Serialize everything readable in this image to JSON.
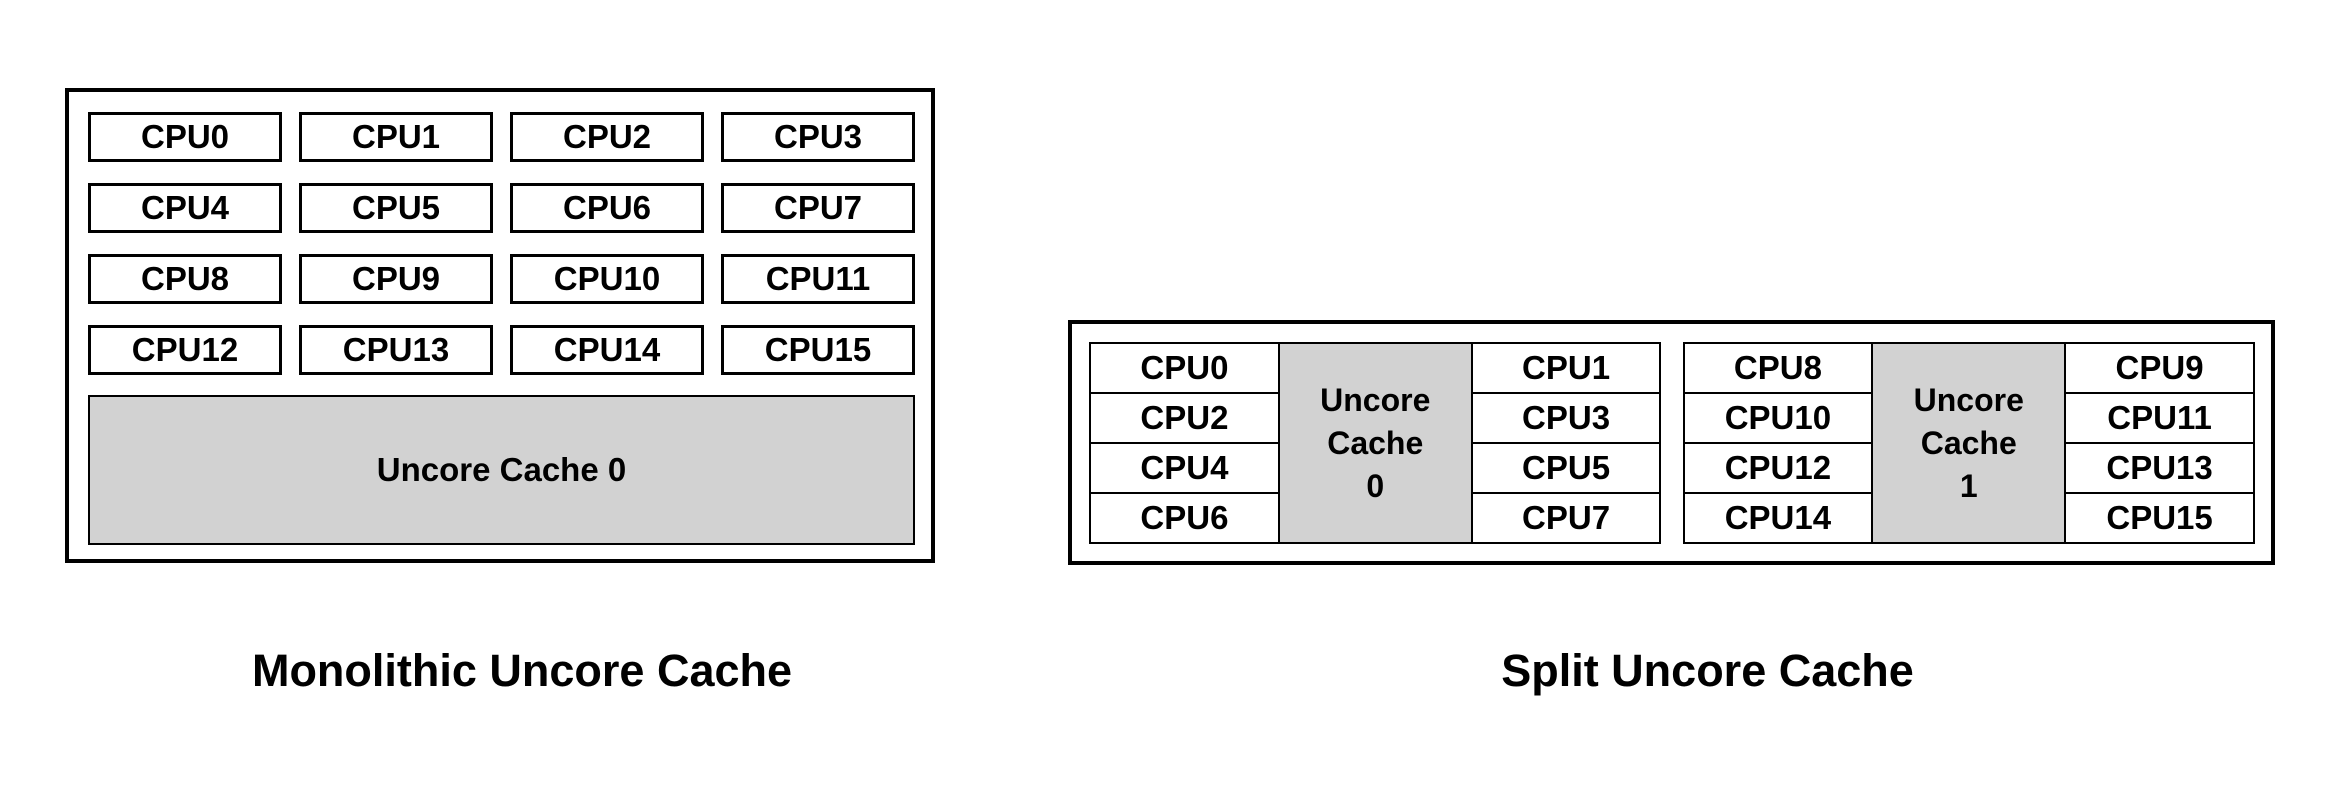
{
  "colors": {
    "background": "#ffffff",
    "border": "#000000",
    "text": "#000000",
    "cache_fill": "#d2d2d2"
  },
  "monolithic": {
    "caption": "Monolithic Uncore Cache",
    "cpus": [
      "CPU0",
      "CPU1",
      "CPU2",
      "CPU3",
      "CPU4",
      "CPU5",
      "CPU6",
      "CPU7",
      "CPU8",
      "CPU9",
      "CPU10",
      "CPU11",
      "CPU12",
      "CPU13",
      "CPU14",
      "CPU15"
    ],
    "cache_label": "Uncore Cache 0"
  },
  "split": {
    "caption": "Split Uncore Cache",
    "clusters": [
      {
        "left_cpus": [
          "CPU0",
          "CPU2",
          "CPU4",
          "CPU6"
        ],
        "cache_lines": [
          "Uncore",
          "Cache",
          "0"
        ],
        "right_cpus": [
          "CPU1",
          "CPU3",
          "CPU5",
          "CPU7"
        ]
      },
      {
        "left_cpus": [
          "CPU8",
          "CPU10",
          "CPU12",
          "CPU14"
        ],
        "cache_lines": [
          "Uncore",
          "Cache",
          "1"
        ],
        "right_cpus": [
          "CPU9",
          "CPU11",
          "CPU13",
          "CPU15"
        ]
      }
    ]
  }
}
